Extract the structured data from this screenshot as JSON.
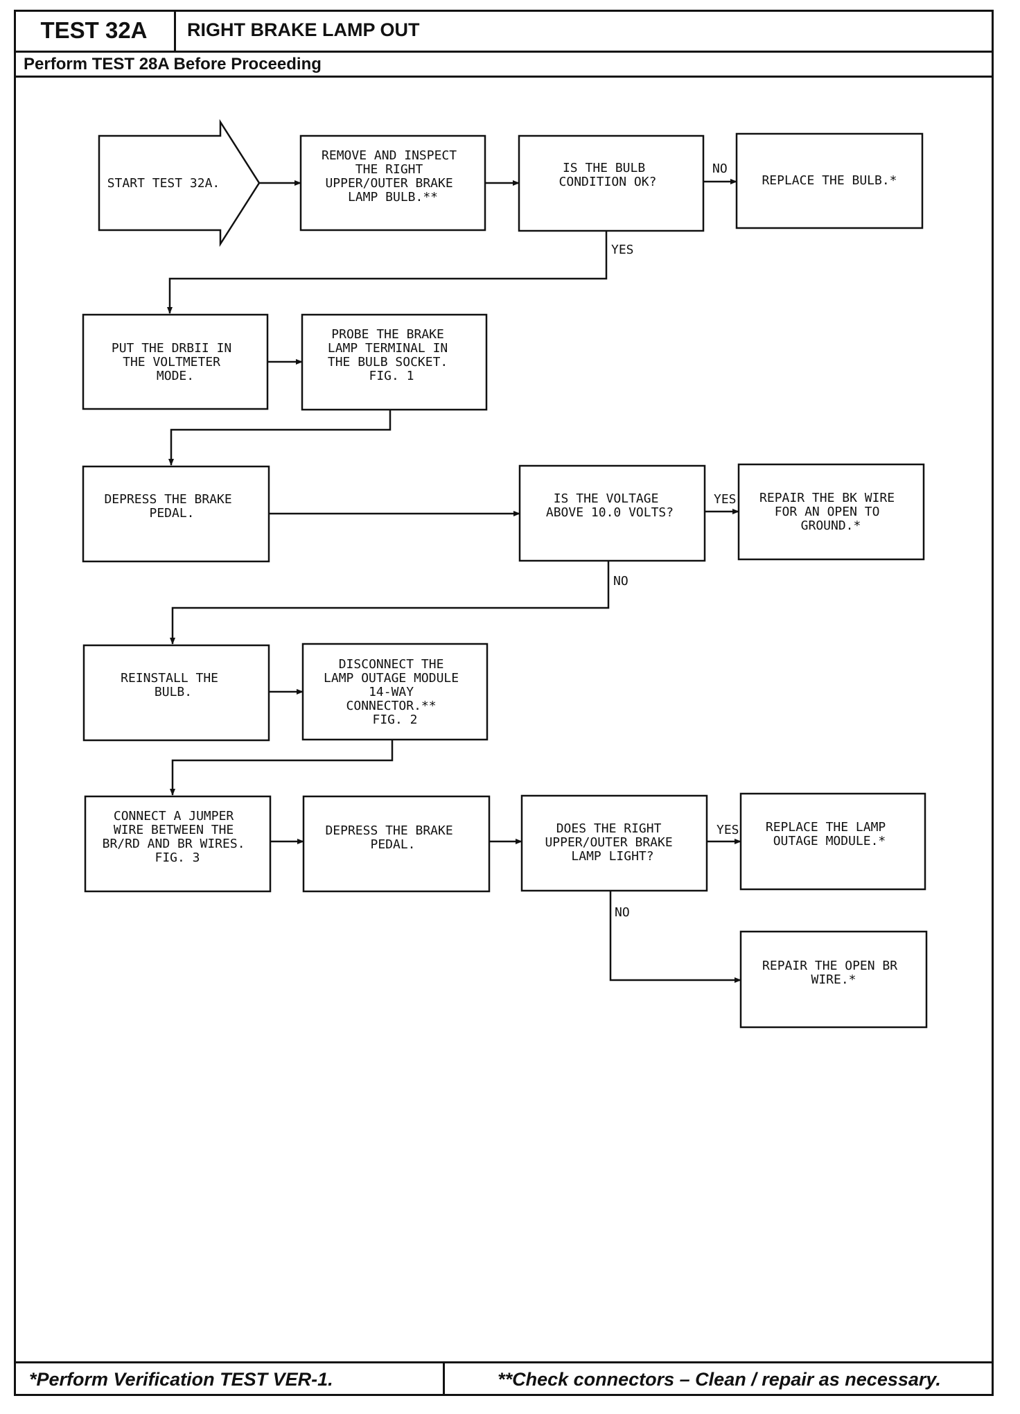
{
  "header": {
    "test_id": "TEST 32A",
    "title": "RIGHT BRAKE LAMP OUT",
    "prerequisite": "Perform TEST 28A Before Proceeding"
  },
  "flowchart": {
    "start": [
      "START TEST 32A."
    ],
    "remove_inspect": [
      "REMOVE AND INSPECT",
      "THE RIGHT",
      "UPPER/OUTER BRAKE",
      "LAMP BULB.**"
    ],
    "q_bulb_ok": [
      "IS THE BULB",
      "CONDITION OK?"
    ],
    "replace_bulb": [
      "REPLACE THE BULB.*"
    ],
    "put_drb": [
      "PUT THE DRBII IN",
      "THE VOLTMETER",
      "MODE."
    ],
    "probe_terminal": [
      "PROBE THE BRAKE",
      "LAMP TERMINAL IN",
      "THE BULB SOCKET.",
      "",
      "FIG. 1"
    ],
    "depress_pedal_1": [
      "DEPRESS THE BRAKE",
      "PEDAL."
    ],
    "q_voltage": [
      "IS THE VOLTAGE",
      "ABOVE 10.0 VOLTS?"
    ],
    "repair_bk_wire": [
      "REPAIR THE BK WIRE",
      "FOR AN OPEN TO",
      "GROUND.*"
    ],
    "reinstall_bulb": [
      "REINSTALL THE",
      "BULB."
    ],
    "disconnect_module": [
      "DISCONNECT THE",
      "LAMP OUTAGE MODULE",
      "14-WAY",
      "CONNECTOR.**",
      "FIG. 2"
    ],
    "connect_jumper": [
      "CONNECT A JUMPER",
      "WIRE BETWEEN THE",
      "BR/RD AND BR WIRES.",
      "",
      "FIG. 3"
    ],
    "depress_pedal_2": [
      "DEPRESS THE BRAKE",
      "PEDAL."
    ],
    "q_lamp_light": [
      "DOES THE RIGHT",
      "UPPER/OUTER BRAKE",
      "LAMP LIGHT?"
    ],
    "replace_module": [
      "REPLACE THE LAMP",
      "OUTAGE MODULE.*"
    ],
    "repair_br_wire": [
      "REPAIR THE OPEN BR",
      "WIRE.*"
    ]
  },
  "labels": {
    "no_1": "NO",
    "yes_1": "YES",
    "yes_2": "YES",
    "no_2": "NO",
    "yes_3": "YES",
    "no_3": "NO"
  },
  "footer": {
    "left": "*Perform Verification TEST VER-1.",
    "right": "**Check connectors – Clean / repair as necessary."
  }
}
